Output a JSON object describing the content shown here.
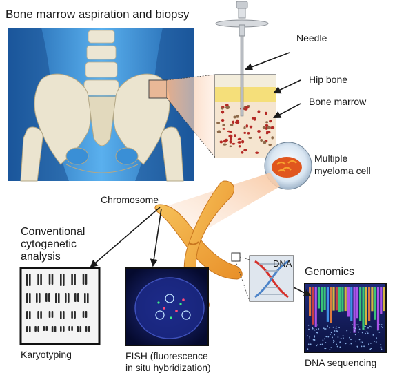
{
  "labels": {
    "title": "Bone marrow aspiration and biopsy",
    "needle": "Needle",
    "hip_bone": "Hip bone",
    "bone_marrow": "Bone marrow",
    "myeloma_line1": "Multiple",
    "myeloma_line2": "myeloma cell",
    "chromosome": "Chromosome",
    "dna": "DNA",
    "genomics": "Genomics",
    "cytogenetic_line1": "Conventional",
    "cytogenetic_line2": "cytogenetic",
    "cytogenetic_line3": "analysis",
    "karyotyping": "Karyotyping",
    "fish_line1": "FISH (fluorescence",
    "fish_line2": "in situ hybridization)",
    "dna_sequencing": "DNA sequencing"
  },
  "colors": {
    "body_blue": "#3a8fd6",
    "bone": "#e8e1cc",
    "marrow_red": "#b42a25",
    "chromosome_orange": "#f4a93c",
    "zoom_cone": "#fbd7b8",
    "fish_bg": "#0a1244",
    "sequencing_bg": "#101a5a"
  }
}
